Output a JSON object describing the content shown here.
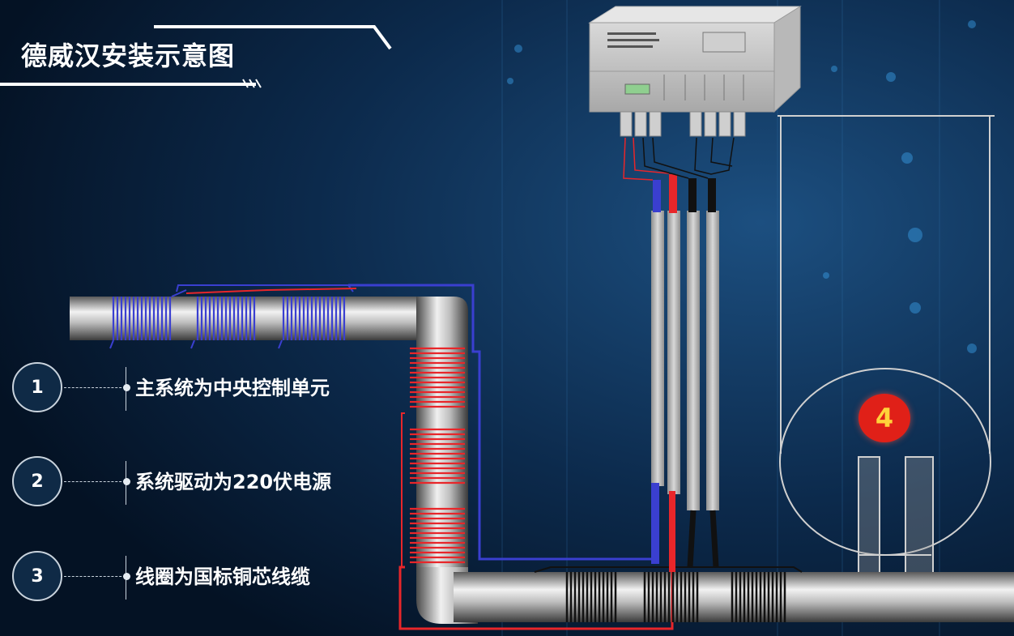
{
  "title": "德威汉安装示意图",
  "items": [
    {
      "number": "1",
      "label": "主系统为中央控制单元"
    },
    {
      "number": "2",
      "label": "系统驱动为220伏电源"
    },
    {
      "number": "3",
      "label": "线圈为国标铜芯线缆"
    }
  ],
  "tank_marker": "4",
  "colors": {
    "background": "#06182e",
    "pipe": "#8a8a8a",
    "coil_blue": "#3a3fd0",
    "coil_red": "#e8262a",
    "coil_black": "#111111",
    "marker": "#e02018"
  }
}
